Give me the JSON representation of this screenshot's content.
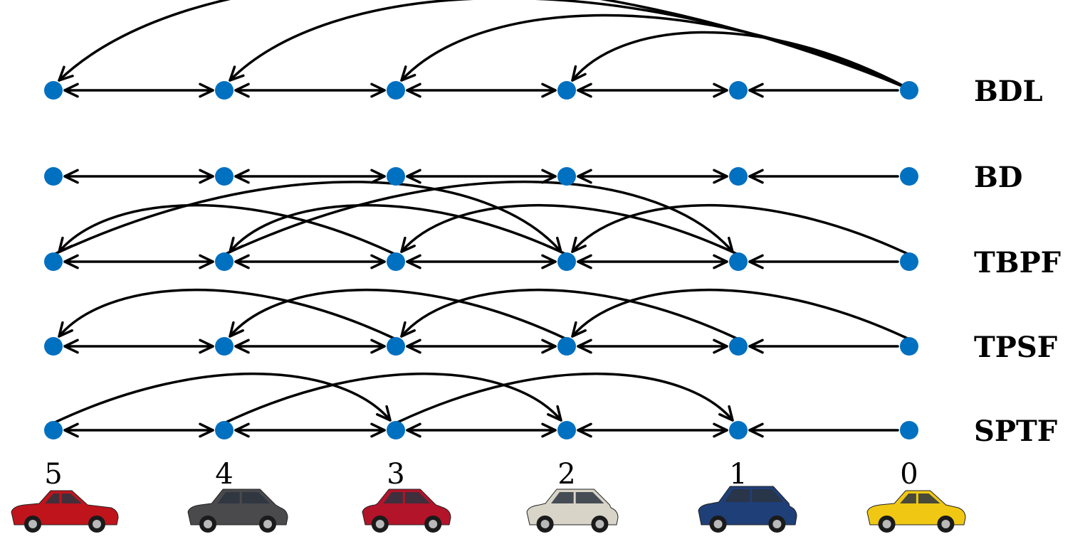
{
  "vehicles": [
    {
      "id": 5,
      "label": "5",
      "car_color": "#c0141c",
      "car_style": "sedan-red-icon"
    },
    {
      "id": 4,
      "label": "4",
      "car_color": "#4a4a4d",
      "car_style": "hatchback-gray-icon"
    },
    {
      "id": 3,
      "label": "3",
      "car_color": "#b3142a",
      "car_style": "hatchback-red-icon"
    },
    {
      "id": 2,
      "label": "2",
      "car_color": "#d8d4c8",
      "car_style": "wagon-silver-icon"
    },
    {
      "id": 1,
      "label": "1",
      "car_color": "#1f3f78",
      "car_style": "suv-blue-icon"
    },
    {
      "id": 0,
      "label": "0",
      "car_color": "#f0c814",
      "car_style": "coupe-yellow-icon"
    }
  ],
  "node_color": "#0070c0",
  "edge_color": "#000000",
  "topologies": [
    {
      "name": "BDL",
      "edges": [
        {
          "from": 0,
          "to": 1
        },
        {
          "from": 1,
          "to": 2
        },
        {
          "from": 2,
          "to": 1
        },
        {
          "from": 2,
          "to": 3
        },
        {
          "from": 3,
          "to": 2
        },
        {
          "from": 3,
          "to": 4
        },
        {
          "from": 4,
          "to": 3
        },
        {
          "from": 4,
          "to": 5
        },
        {
          "from": 5,
          "to": 4
        },
        {
          "from": 0,
          "to": 2,
          "curved": true
        },
        {
          "from": 0,
          "to": 3,
          "curved": true
        },
        {
          "from": 0,
          "to": 4,
          "curved": true
        },
        {
          "from": 0,
          "to": 5,
          "curved": true
        }
      ]
    },
    {
      "name": "BD",
      "edges": [
        {
          "from": 0,
          "to": 1
        },
        {
          "from": 1,
          "to": 2
        },
        {
          "from": 2,
          "to": 1
        },
        {
          "from": 2,
          "to": 3
        },
        {
          "from": 3,
          "to": 2
        },
        {
          "from": 3,
          "to": 4
        },
        {
          "from": 4,
          "to": 3
        },
        {
          "from": 4,
          "to": 5
        },
        {
          "from": 5,
          "to": 4
        }
      ]
    },
    {
      "name": "TBPF",
      "edges": [
        {
          "from": 0,
          "to": 1
        },
        {
          "from": 1,
          "to": 2
        },
        {
          "from": 2,
          "to": 1
        },
        {
          "from": 2,
          "to": 3
        },
        {
          "from": 3,
          "to": 2
        },
        {
          "from": 3,
          "to": 4
        },
        {
          "from": 4,
          "to": 3
        },
        {
          "from": 4,
          "to": 5
        },
        {
          "from": 5,
          "to": 4
        },
        {
          "from": 0,
          "to": 2,
          "curved": true
        },
        {
          "from": 1,
          "to": 3,
          "curved": true
        },
        {
          "from": 2,
          "to": 4,
          "curved": true
        },
        {
          "from": 3,
          "to": 5,
          "curved": true
        },
        {
          "from": 4,
          "to": 1,
          "curved": true
        },
        {
          "from": 5,
          "to": 2,
          "curved": true
        }
      ]
    },
    {
      "name": "TPSF",
      "edges": [
        {
          "from": 0,
          "to": 1
        },
        {
          "from": 1,
          "to": 2
        },
        {
          "from": 2,
          "to": 1
        },
        {
          "from": 2,
          "to": 3
        },
        {
          "from": 3,
          "to": 2
        },
        {
          "from": 3,
          "to": 4
        },
        {
          "from": 4,
          "to": 3
        },
        {
          "from": 4,
          "to": 5
        },
        {
          "from": 5,
          "to": 4
        },
        {
          "from": 0,
          "to": 2,
          "curved": true
        },
        {
          "from": 1,
          "to": 3,
          "curved": true
        },
        {
          "from": 2,
          "to": 4,
          "curved": true
        },
        {
          "from": 3,
          "to": 5,
          "curved": true
        }
      ]
    },
    {
      "name": "SPTF",
      "edges": [
        {
          "from": 0,
          "to": 1
        },
        {
          "from": 1,
          "to": 2
        },
        {
          "from": 2,
          "to": 1
        },
        {
          "from": 2,
          "to": 3
        },
        {
          "from": 3,
          "to": 2
        },
        {
          "from": 3,
          "to": 4
        },
        {
          "from": 4,
          "to": 3
        },
        {
          "from": 4,
          "to": 5
        },
        {
          "from": 5,
          "to": 4
        },
        {
          "from": 3,
          "to": 1,
          "curved": true
        },
        {
          "from": 4,
          "to": 2,
          "curved": true
        },
        {
          "from": 5,
          "to": 3,
          "curved": true
        }
      ]
    }
  ]
}
